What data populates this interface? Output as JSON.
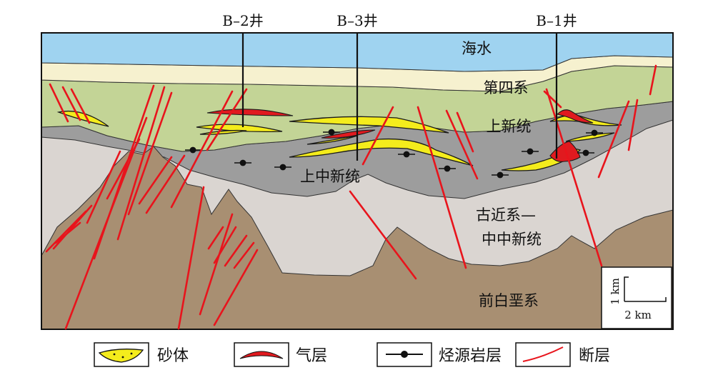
{
  "wells": [
    {
      "id": "well-b2",
      "label": "B–2井"
    },
    {
      "id": "well-b3",
      "label": "B–3井"
    },
    {
      "id": "well-b1",
      "label": "B–1井"
    }
  ],
  "layers": {
    "seawater": "海水",
    "quaternary": "第四系",
    "pliocene": "上新统",
    "upper_middle_miocene": "上中新统",
    "paleogene_line1": "古近系—",
    "paleogene_line2": "中中新统",
    "pre_baiyun": "前白垩系"
  },
  "scale_bar": {
    "vertical": "1 km",
    "horizontal": "2 km"
  },
  "legend": [
    {
      "key": "sand",
      "label": "砂体"
    },
    {
      "key": "gas",
      "label": "气层"
    },
    {
      "key": "source",
      "label": "烃源岩层"
    },
    {
      "key": "fault",
      "label": "断层"
    }
  ],
  "colors": {
    "seawater": "#9fd3f0",
    "quaternary": "#f6f1cf",
    "pliocene": "#c3d496",
    "miocene": "#9d9d9d",
    "paleogene": "#dad5d1",
    "basement": "#a88f72",
    "sand": "#f4ec1c",
    "gas": "#e01a1f",
    "fault": "#e8141c"
  }
}
